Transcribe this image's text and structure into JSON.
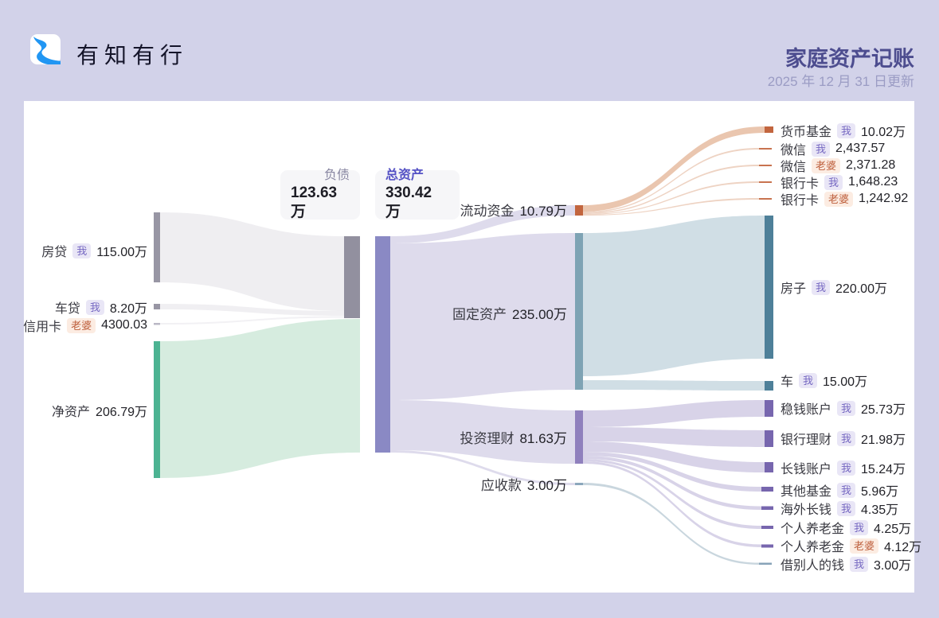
{
  "header": {
    "logo_text": "有知有行",
    "title": "家庭资产记账",
    "updated": "2025 年 12 月 31 日更新"
  },
  "cards": {
    "liabilities": {
      "label": "负债",
      "value": "123.63万"
    },
    "total_assets": {
      "label": "总资产",
      "value": "330.42 万"
    }
  },
  "labels": {
    "left": [
      {
        "name": "房贷",
        "owner": "我",
        "value": "115.00万"
      },
      {
        "name": "车贷",
        "owner": "我",
        "value": "8.20万"
      },
      {
        "name": "信用卡",
        "owner": "老婆",
        "value": "4300.03"
      },
      {
        "name": "净资产",
        "owner": "",
        "value": "206.79万"
      }
    ],
    "mid": [
      {
        "name": "流动资金",
        "value": "10.79万"
      },
      {
        "name": "固定资产",
        "value": "235.00万"
      },
      {
        "name": "投资理财",
        "value": "81.63万"
      },
      {
        "name": "应收款",
        "value": "3.00万"
      }
    ],
    "right": [
      {
        "name": "货币基金",
        "owner": "我",
        "value": "10.02万"
      },
      {
        "name": "微信",
        "owner": "我",
        "value": "2,437.57"
      },
      {
        "name": "微信",
        "owner": "老婆",
        "value": "2,371.28"
      },
      {
        "name": "银行卡",
        "owner": "我",
        "value": "1,648.23"
      },
      {
        "name": "银行卡",
        "owner": "老婆",
        "value": "1,242.92"
      },
      {
        "name": "房子",
        "owner": "我",
        "value": "220.00万"
      },
      {
        "name": "车",
        "owner": "我",
        "value": "15.00万"
      },
      {
        "name": "稳钱账户",
        "owner": "我",
        "value": "25.73万"
      },
      {
        "name": "银行理财",
        "owner": "我",
        "value": "21.98万"
      },
      {
        "name": "长钱账户",
        "owner": "我",
        "value": "15.24万"
      },
      {
        "name": "其他基金",
        "owner": "我",
        "value": "5.96万"
      },
      {
        "name": "海外长钱",
        "owner": "我",
        "value": "4.35万"
      },
      {
        "name": "个人养老金",
        "owner": "我",
        "value": "4.25万"
      },
      {
        "name": "个人养老金",
        "owner": "老婆",
        "value": "4.12万"
      },
      {
        "name": "借别人的钱",
        "owner": "我",
        "value": "3.00万"
      }
    ]
  },
  "chart_data": {
    "type": "sankey",
    "title": "家庭资产记账",
    "updated": "2025 年 12 月 31 日更新",
    "unit": "万 (CNY 10k)",
    "summary": [
      {
        "label": "负债",
        "value_wan": 123.63
      },
      {
        "label": "总资产",
        "value_wan": 330.42
      }
    ],
    "nodes": [
      "房贷(我)",
      "车贷(我)",
      "信用卡(老婆)",
      "净资产",
      "负债",
      "总资产",
      "流动资金",
      "固定资产",
      "投资理财",
      "应收款",
      "货币基金(我)",
      "微信(我)",
      "微信(老婆)",
      "银行卡(我)",
      "银行卡(老婆)",
      "房子(我)",
      "车(我)",
      "稳钱账户(我)",
      "银行理财(我)",
      "长钱账户(我)",
      "其他基金(我)",
      "海外长钱(我)",
      "个人养老金(我)",
      "个人养老金(老婆)",
      "借别人的钱(我)"
    ],
    "links": [
      {
        "source": "房贷(我)",
        "target": "负债",
        "value_wan": 115.0
      },
      {
        "source": "车贷(我)",
        "target": "负债",
        "value_wan": 8.2
      },
      {
        "source": "信用卡(老婆)",
        "target": "负债",
        "value_wan": 0.43
      },
      {
        "source": "负债",
        "target": "总资产",
        "value_wan": 123.63
      },
      {
        "source": "净资产",
        "target": "总资产",
        "value_wan": 206.79
      },
      {
        "source": "总资产",
        "target": "流动资金",
        "value_wan": 10.79
      },
      {
        "source": "总资产",
        "target": "固定资产",
        "value_wan": 235.0
      },
      {
        "source": "总资产",
        "target": "投资理财",
        "value_wan": 81.63
      },
      {
        "source": "总资产",
        "target": "应收款",
        "value_wan": 3.0
      },
      {
        "source": "流动资金",
        "target": "货币基金(我)",
        "value_wan": 10.02
      },
      {
        "source": "流动资金",
        "target": "微信(我)",
        "value_wan": 0.244
      },
      {
        "source": "流动资金",
        "target": "微信(老婆)",
        "value_wan": 0.237
      },
      {
        "source": "流动资金",
        "target": "银行卡(我)",
        "value_wan": 0.165
      },
      {
        "source": "流动资金",
        "target": "银行卡(老婆)",
        "value_wan": 0.124
      },
      {
        "source": "固定资产",
        "target": "房子(我)",
        "value_wan": 220.0
      },
      {
        "source": "固定资产",
        "target": "车(我)",
        "value_wan": 15.0
      },
      {
        "source": "投资理财",
        "target": "稳钱账户(我)",
        "value_wan": 25.73
      },
      {
        "source": "投资理财",
        "target": "银行理财(我)",
        "value_wan": 21.98
      },
      {
        "source": "投资理财",
        "target": "长钱账户(我)",
        "value_wan": 15.24
      },
      {
        "source": "投资理财",
        "target": "其他基金(我)",
        "value_wan": 5.96
      },
      {
        "source": "投资理财",
        "target": "海外长钱(我)",
        "value_wan": 4.35
      },
      {
        "source": "投资理财",
        "target": "个人养老金(我)",
        "value_wan": 4.25
      },
      {
        "source": "投资理财",
        "target": "个人养老金(老婆)",
        "value_wan": 4.12
      },
      {
        "source": "应收款",
        "target": "借别人的钱(我)",
        "value_wan": 3.0
      }
    ],
    "layout_hints": {
      "columns": 4,
      "node_colors": {
        "gray": "#9896a4",
        "green": "#4cb392",
        "purple_total": "#8a89c4",
        "orange": "#c2653e",
        "teal": "#4e8099",
        "teal_light": "#7ea3b4",
        "violet": "#7766ae",
        "slate": "#87a3b8"
      }
    }
  },
  "colors": {
    "background": "#d2d2e9",
    "card": "#ffffff",
    "header_title": "#4d4d8f",
    "header_date": "#9b9cc4",
    "badge_me_bg": "#e9e6f6",
    "badge_me_text": "#7668c2",
    "badge_wife_bg": "#fcece2",
    "badge_wife_text": "#bd5d3a",
    "logo_blue": "#2196f3"
  },
  "owners": {
    "me": "我",
    "wife": "老婆"
  }
}
